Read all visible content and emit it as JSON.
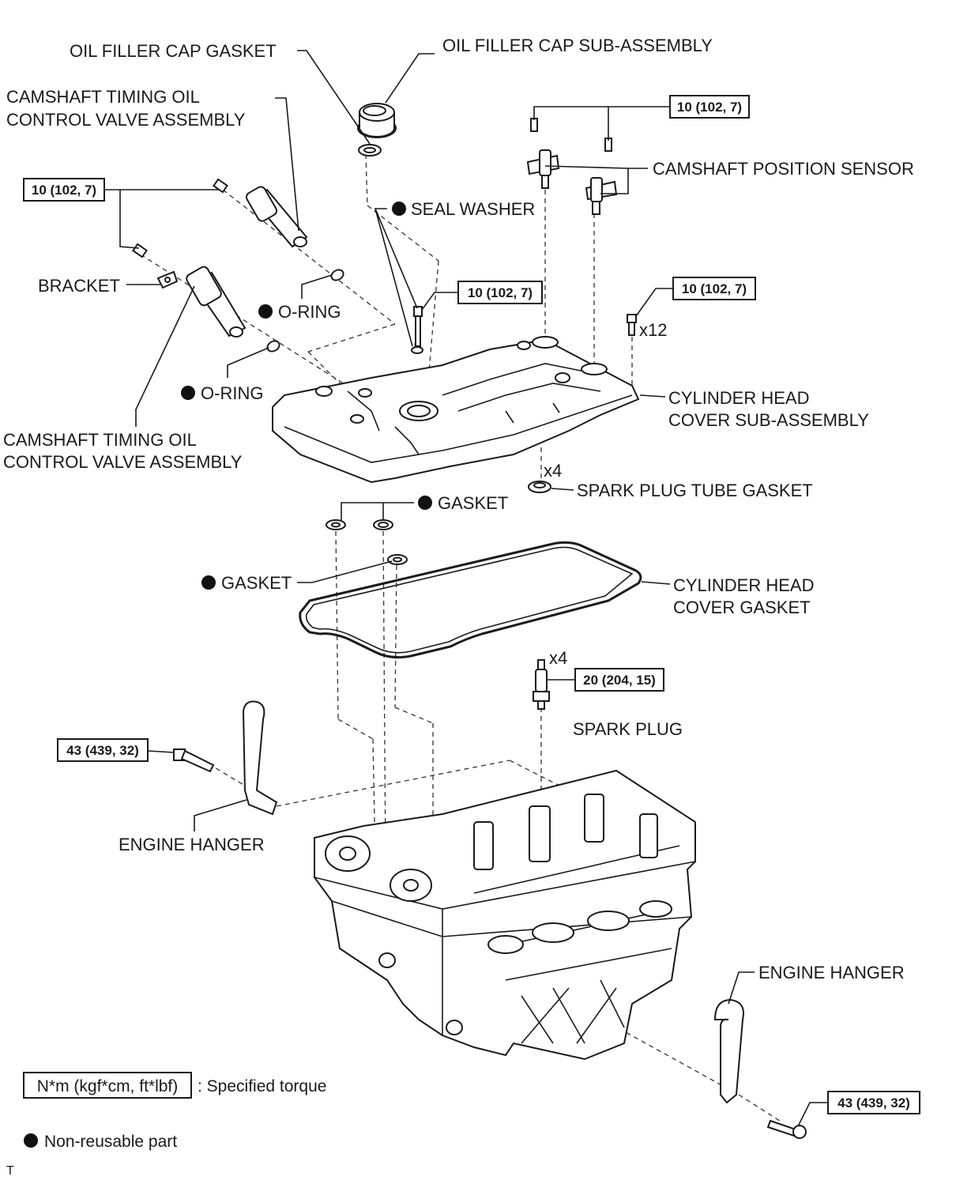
{
  "labels": {
    "oil_filler_cap_gasket": "OIL FILLER CAP GASKET",
    "oil_filler_cap_sub_assembly": "OIL FILLER CAP SUB-ASSEMBLY",
    "camshaft_timing_ocv_upper_1": "CAMSHAFT TIMING OIL",
    "camshaft_timing_ocv_upper_2": "CONTROL VALVE ASSEMBLY",
    "camshaft_position_sensor": "CAMSHAFT POSITION SENSOR",
    "seal_washer": "SEAL WASHER",
    "bracket": "BRACKET",
    "o_ring_upper": "O-RING",
    "o_ring_lower": "O-RING",
    "cylinder_head_cover_1": "CYLINDER HEAD",
    "cylinder_head_cover_2": "COVER SUB-ASSEMBLY",
    "camshaft_timing_ocv_lower_1": "CAMSHAFT TIMING OIL",
    "camshaft_timing_ocv_lower_2": "CONTROL VALVE ASSEMBLY",
    "spark_plug_tube_gasket": "SPARK PLUG TUBE GASKET",
    "spark_plug_tube_qty": "x4",
    "gasket_upper": "GASKET",
    "gasket_lower": "GASKET",
    "cylinder_head_cover_gasket_1": "CYLINDER HEAD",
    "cylinder_head_cover_gasket_2": "COVER GASKET",
    "spark_plug_qty": "x4",
    "spark_plug": "SPARK PLUG",
    "engine_hanger_left": "ENGINE HANGER",
    "engine_hanger_right": "ENGINE HANGER",
    "cover_bolt_qty": "x12"
  },
  "torques": {
    "sensor_bolts": "10 (102, 7)",
    "ocv_bolts": "10 (102, 7)",
    "center_bolt": "10 (102, 7)",
    "cover_bolts": "10 (102, 7)",
    "spark_plug": "20 (204, 15)",
    "hanger_left": "43 (439, 32)",
    "hanger_right": "43 (439, 32)"
  },
  "legend": {
    "torque_unit_box": "N*m (kgf*cm, ft*lbf)",
    "torque_unit_text": ": Specified torque",
    "non_reusable": "Non-reusable part"
  },
  "footer_code": "T"
}
